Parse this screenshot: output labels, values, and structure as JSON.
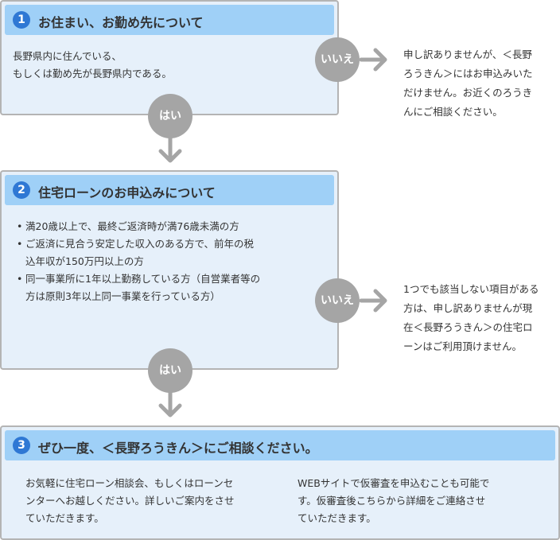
{
  "step1": {
    "number": "1",
    "title": "お住まい、お勤め先について",
    "body": [
      "長野県内に住んでいる、",
      "もしくは勤め先が長野県内である。"
    ],
    "no_label": "いいえ",
    "no_text": [
      "申し訳ありませんが、＜長野",
      "ろうきん＞にはお申込みいた",
      "だけません。お近くのろうき",
      "んにご相談ください。"
    ],
    "yes_label": "はい"
  },
  "step2": {
    "number": "2",
    "title": "住宅ローンのお申込みについて",
    "bullets": [
      [
        "満20歳以上で、最終ご返済時が満76歳未満の方"
      ],
      [
        "ご返済に見合う安定した収入のある方で、前年の税",
        "込年収が150万円以上の方"
      ],
      [
        "同一事業所に1年以上勤務している方（自営業者等の",
        "方は原則3年以上同一事業を行っている方）"
      ]
    ],
    "no_label": "いいえ",
    "no_text": [
      "1つでも該当しない項目がある",
      "方は、申し訳ありませんが現",
      "在＜長野ろうきん＞の住宅ロ",
      "ーンはご利用頂けません。"
    ],
    "yes_label": "はい"
  },
  "step3": {
    "number": "3",
    "title": "ぜひ一度、＜長野ろうきん＞にご相談ください。",
    "left_text": [
      "お気軽に住宅ローン相談会、もしくはローンセ",
      "ンターへお越しください。詳しいご案内をさせ",
      "ていただきます。"
    ],
    "right_text": [
      "WEBサイトで仮審査を申込むことも可能で",
      "す。仮審査後こちらから詳細をご連絡させ",
      "ていただきます。"
    ]
  }
}
